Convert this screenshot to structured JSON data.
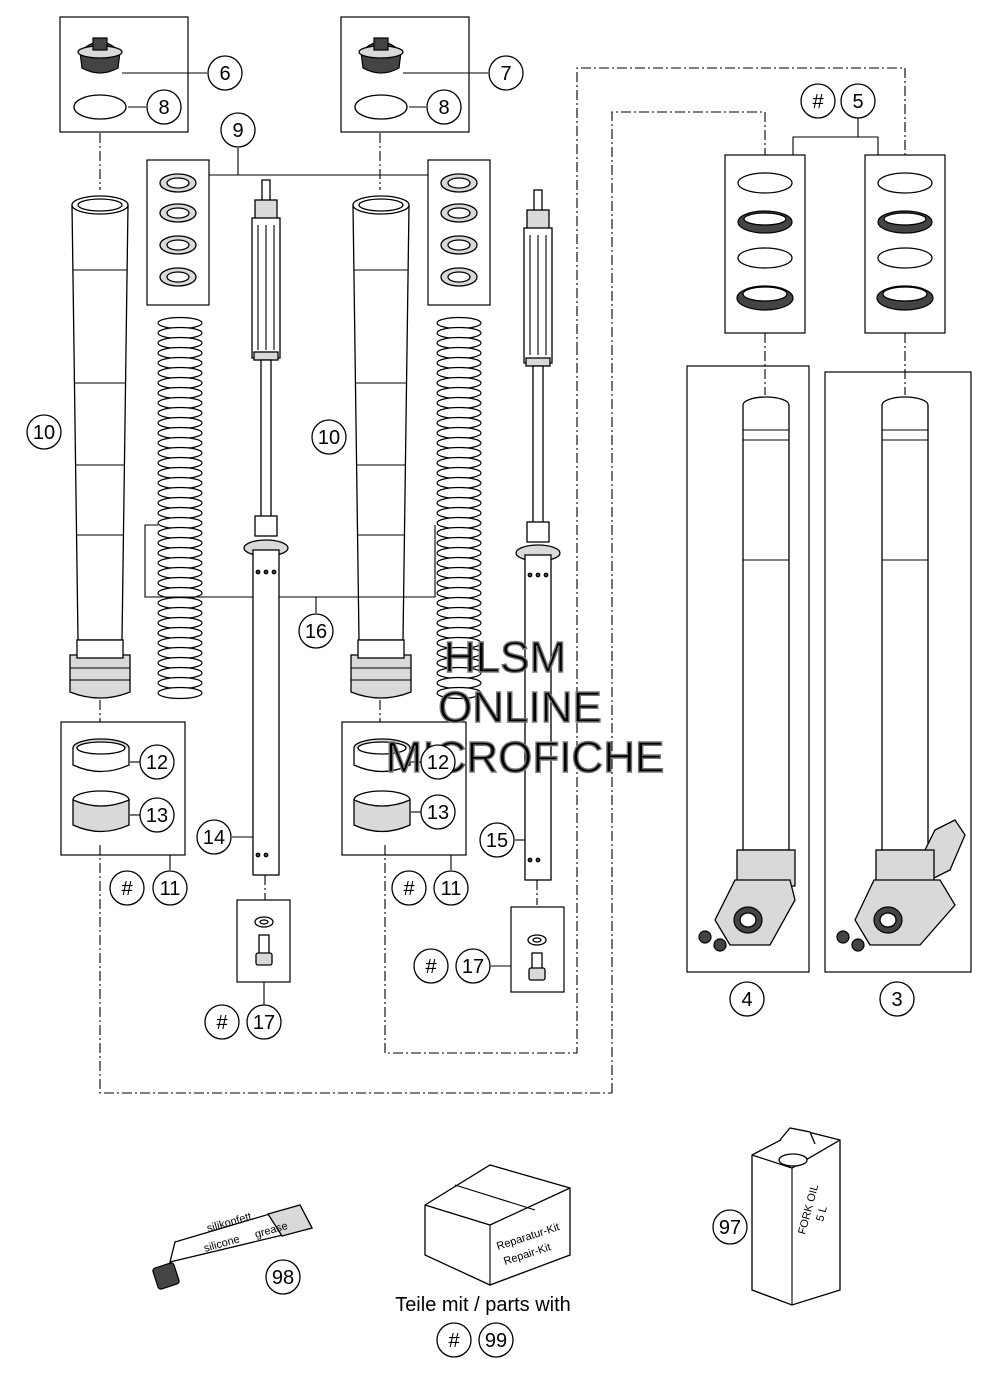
{
  "callouts": {
    "c6": "6",
    "c7": "7",
    "c8a": "8",
    "c8b": "8",
    "c9": "9",
    "c10a": "10",
    "c10b": "10",
    "c16": "16",
    "c12a": "12",
    "c13a": "13",
    "c12b": "12",
    "c13b": "13",
    "c11a": "11",
    "c11b": "11",
    "c11a_hash": "#",
    "c11b_hash": "#",
    "c14": "14",
    "c15": "15",
    "c17a": "17",
    "c17b": "17",
    "c17a_hash": "#",
    "c17b_hash": "#",
    "c5": "5",
    "c5_hash": "#",
    "c4": "4",
    "c3": "3",
    "c97": "97",
    "c98": "98",
    "c99": "99",
    "c99_hash": "#"
  },
  "watermark": {
    "line1": "HLSM",
    "line2": "ONLINE",
    "line3": "MICROFICHE"
  },
  "repair_kit": {
    "label_line1": "Reparatur-Kit",
    "label_line2": "Repair-Kit"
  },
  "grease": {
    "brand": "silikonfett",
    "label_word1": "silicone",
    "label_word2": "grease"
  },
  "oil_can": {
    "label_line1": "FORK OIL",
    "label_line2": "5 L"
  },
  "footer": {
    "caption": "Teile mit / parts with"
  }
}
